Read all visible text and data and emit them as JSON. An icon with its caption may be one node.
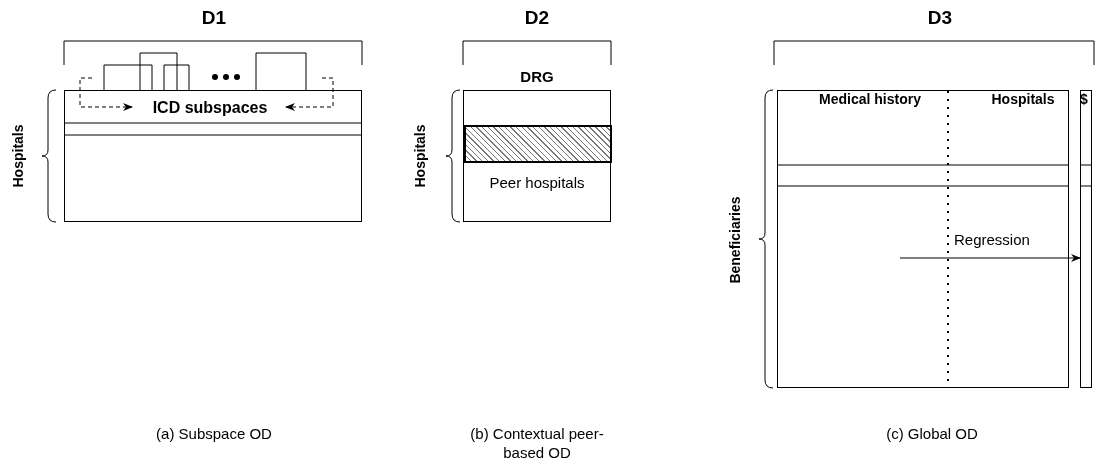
{
  "diagram": {
    "nodes": [
      {
        "text": [],
        "shape": "box"
      },
      {
        "text": [
          "ICD subspaces"
        ],
        "in": 0
      },
      {
        "text": [
          "Peer hospitals"
        ]
      },
      {
        "text": [],
        "shape": "bar",
        "in": 2
      },
      {
        "text": [],
        "shape": "box"
      },
      {
        "text": [],
        "shape": "box"
      }
    ],
    "edges": [
      {
        "from": null,
        "to": 1,
        "arrow": "to",
        "style": "dashed"
      },
      {
        "from": null,
        "to": 1,
        "arrow": "to",
        "style": "dashed"
      },
      {
        "from": 4,
        "to": 5,
        "arrow": "to",
        "label": "Regression"
      }
    ],
    "labels": [
      "D1",
      "D2",
      "D3",
      "DRG",
      "Medical history",
      "Hospitals",
      "$",
      "Hospitals",
      "Hospitals",
      "Beneficiaries",
      "(a) Subspace OD",
      "(b) Contextual peer-based OD",
      "(c) Global OD"
    ]
  }
}
